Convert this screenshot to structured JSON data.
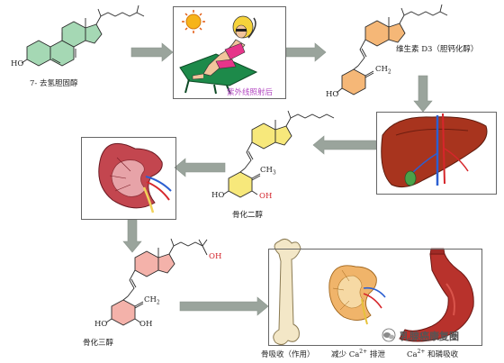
{
  "labels": {
    "dehydrocholesterol": "7- 去氢胆固醇",
    "sunlight": "紫外线照射后",
    "d3": "维生素 D3（胆钙化醇）",
    "calcidiol": "骨化二醇",
    "calcitriol": "骨化三醇",
    "bone": "骨吸收（作用）",
    "kidney_effect_pre": "减少 Ca",
    "kidney_effect_post": " 排泄",
    "gut_effect_post": " 和磷吸收",
    "ca_sup": "2+"
  },
  "atoms": {
    "ho": "HO",
    "oh": "OH",
    "ch2": "CH",
    "ch2_sub": "2",
    "ch3": "CH",
    "ch3_sub": "3"
  },
  "watermark": "乳腺癌康复圈",
  "colors": {
    "ring_green": "#a5d8b4",
    "ring_orange": "#f5b777",
    "ring_yellow": "#f7e87b",
    "ring_pink": "#f4b2aa",
    "arrow": "#9aa49c",
    "sun_label": "#b348c2"
  },
  "icons": [
    "sun-icon",
    "sunbathing-woman-icon",
    "liver-icon",
    "kidney-icon",
    "bone-icon",
    "stomach-icon",
    "wechat-icon"
  ]
}
